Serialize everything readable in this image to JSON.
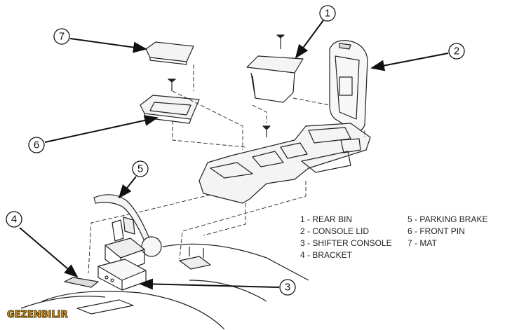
{
  "callouts": [
    "1",
    "2",
    "3",
    "4",
    "5",
    "6",
    "7"
  ],
  "legend": {
    "col1": [
      "1 - REAR BIN",
      "2 - CONSOLE LID",
      "3 - SHIFTER CONSOLE",
      "4 - BRACKET"
    ],
    "col2": [
      "5 - PARKING BRAKE",
      "6 - FRONT PIN",
      "7 - MAT"
    ]
  },
  "watermark": "GEZENBILIR"
}
